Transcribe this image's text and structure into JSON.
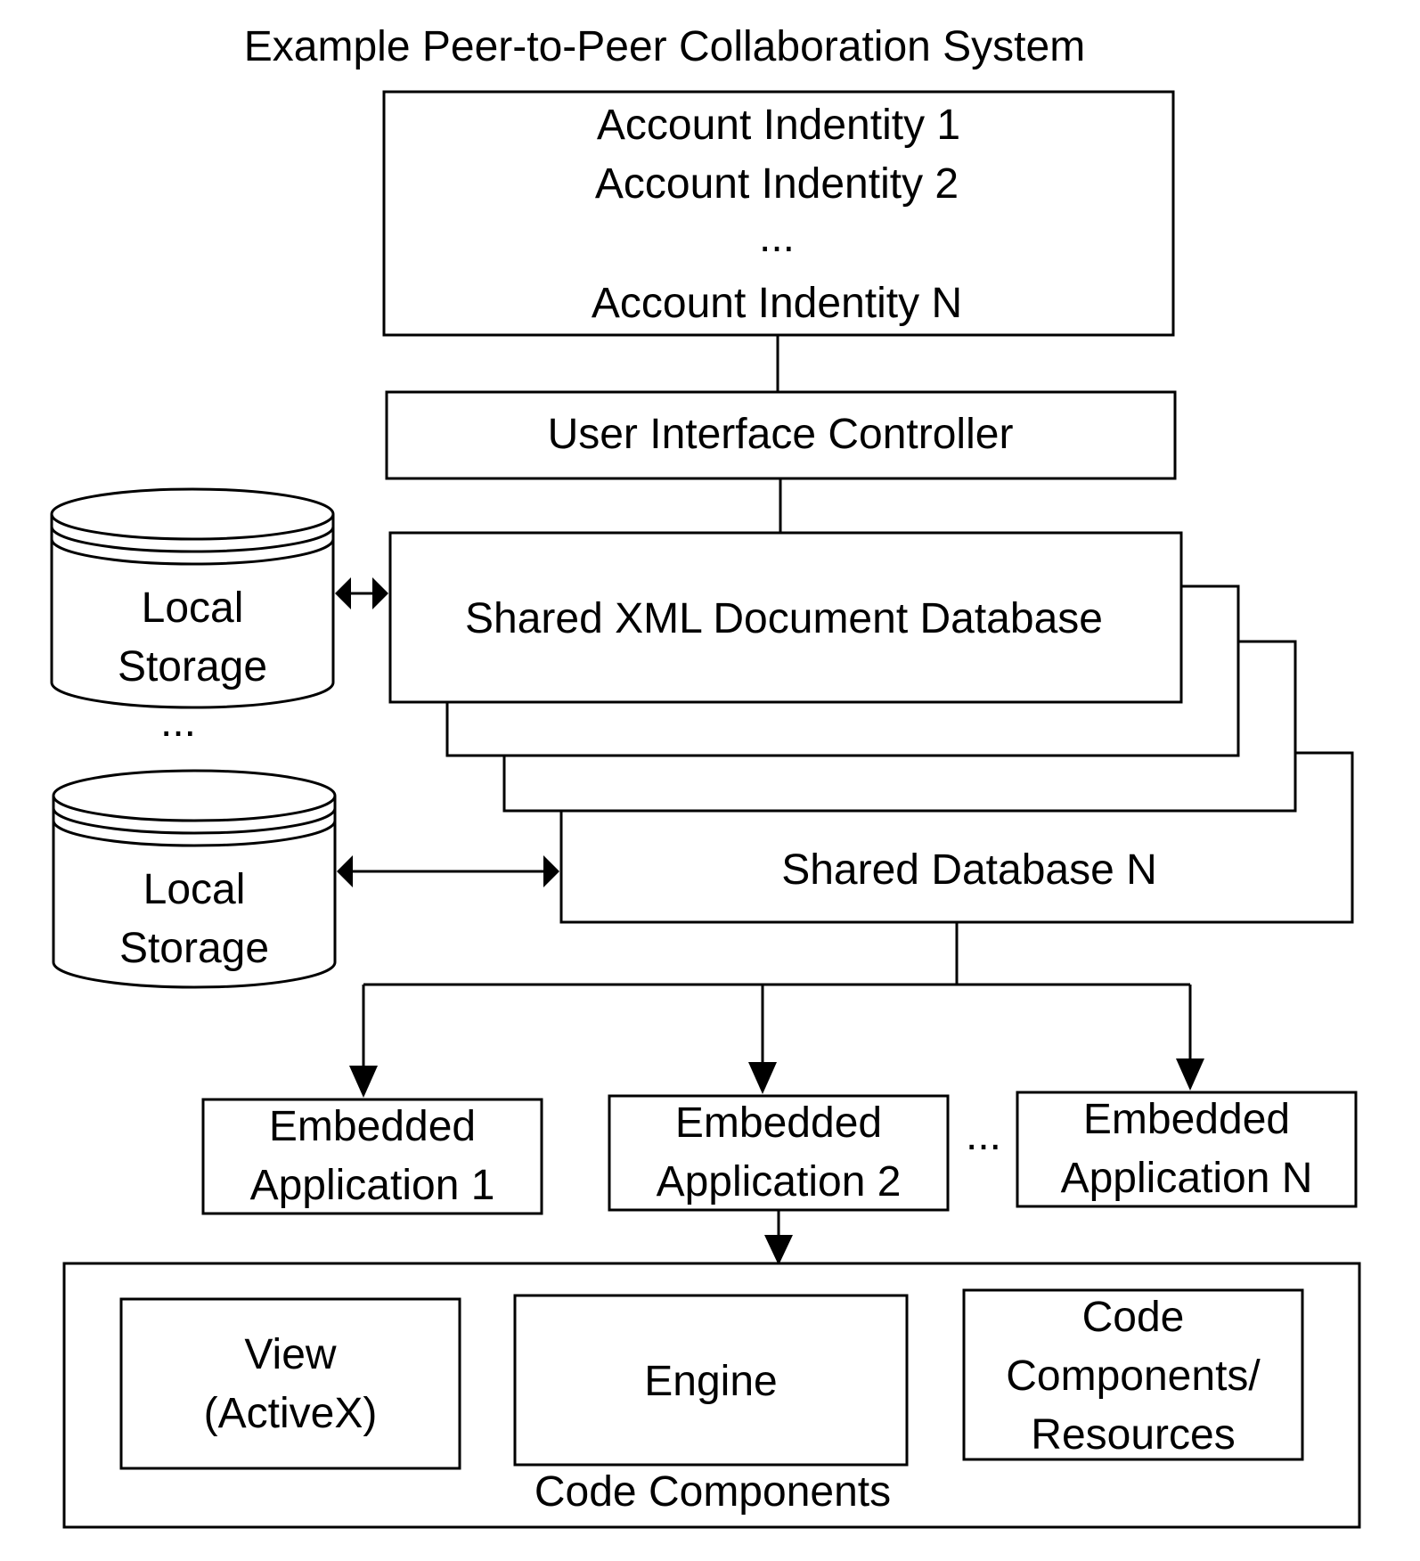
{
  "title": "Example Peer-to-Peer Collaboration System",
  "accounts": {
    "line1": "Account Indentity 1",
    "line2": "Account Indentity 2",
    "ellipsis": "...",
    "lineN": "Account Indentity N"
  },
  "ui_controller": "User Interface Controller",
  "shared_xml_db": "Shared XML Document Database",
  "shared_db_n": "Shared Database N",
  "local_storage_1": {
    "line1": "Local",
    "line2": "Storage"
  },
  "storage_ellipsis": "...",
  "local_storage_2": {
    "line1": "Local",
    "line2": "Storage"
  },
  "embedded_apps": [
    {
      "line1": "Embedded",
      "line2": "Application 1"
    },
    {
      "line1": "Embedded",
      "line2": "Application 2"
    },
    {
      "line1": "Embedded",
      "line2": "Application N"
    }
  ],
  "apps_ellipsis": "...",
  "code_components": {
    "label": "Code Components",
    "view": {
      "line1": "View",
      "line2": "(ActiveX)"
    },
    "engine": "Engine",
    "resources": {
      "line1": "Code",
      "line2": "Components/",
      "line3": "Resources"
    }
  }
}
